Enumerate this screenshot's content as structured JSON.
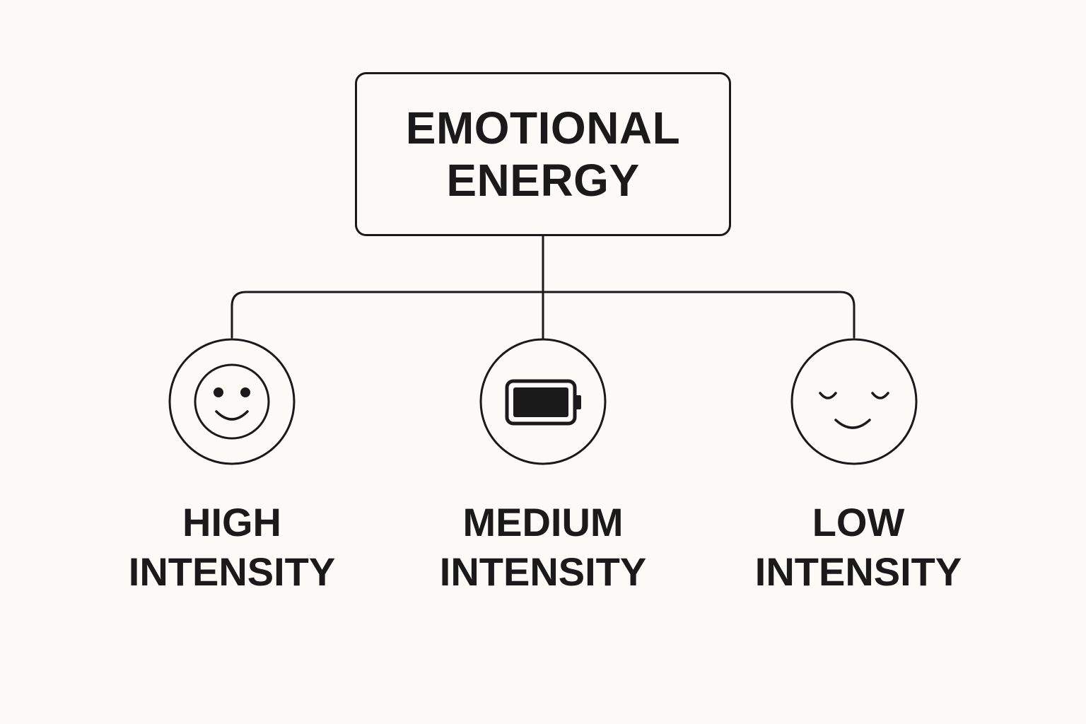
{
  "root": {
    "title_line1": "EMOTIONAL",
    "title_line2": "ENERGY"
  },
  "children": [
    {
      "line1": "HIGH",
      "line2": "INTENSITY",
      "icon": "smiling-face-icon"
    },
    {
      "line1": "MEDIUM",
      "line2": "INTENSITY",
      "icon": "battery-icon"
    },
    {
      "line1": "LOW",
      "line2": "INTENSITY",
      "icon": "calm-face-icon"
    }
  ],
  "colors": {
    "background": "#fbfaf7",
    "stroke": "#1a1a1a"
  }
}
